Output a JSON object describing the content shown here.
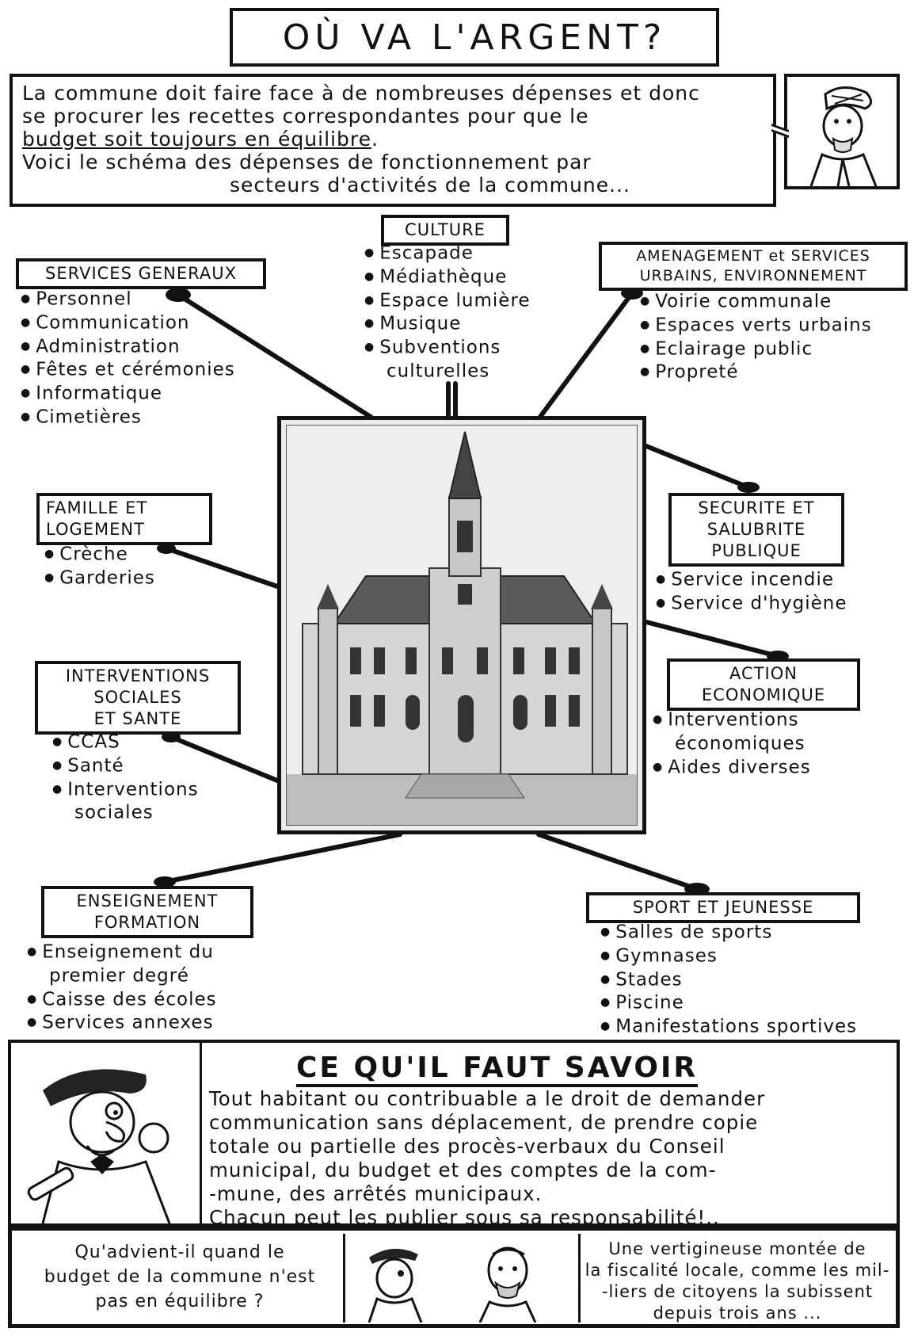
{
  "title": "OÙ VA L'ARGENT?",
  "intro": {
    "line1": "La commune doit faire face à de nombreuses dépenses et donc",
    "line2": "se procurer les recettes correspondantes pour que le",
    "line3_underlined": "budget soit toujours en équilibre",
    "line3_end": ".",
    "line4": "Voici le schéma des dépenses de fonctionnement par",
    "line5": "secteurs d'activités de la commune..."
  },
  "sectors": {
    "culture": {
      "title": "CULTURE",
      "items": [
        "Escapade",
        "Médiathèque",
        "Espace lumière",
        "Musique",
        "Subventions"
      ],
      "items_cont": "culturelles"
    },
    "services": {
      "title": "SERVICES GENERAUX",
      "items": [
        "Personnel",
        "Communication",
        "Administration",
        "Fêtes et cérémonies",
        "Informatique",
        "Cimetières"
      ]
    },
    "amenagement": {
      "title_line1": "AMENAGEMENT et SERVICES",
      "title_line2": "URBAINS, ENVIRONNEMENT",
      "items": [
        "Voirie communale",
        "Espaces verts urbains",
        "Eclairage public",
        "Propreté"
      ]
    },
    "famille": {
      "title_line1": "FAMILLE ET",
      "title_line2": "LOGEMENT",
      "items": [
        "Crèche",
        "Garderies"
      ]
    },
    "securite": {
      "title_line1": "SECURITE ET",
      "title_line2": "SALUBRITE",
      "title_line3": "PUBLIQUE",
      "items": [
        "Service incendie",
        "Service d'hygiène"
      ]
    },
    "interventions": {
      "title_line1": "INTERVENTIONS",
      "title_line2": "SOCIALES",
      "title_line3": "ET SANTE",
      "items": [
        "CCAS",
        "Santé",
        "Interventions"
      ],
      "items_cont": "sociales"
    },
    "action": {
      "title_line1": "ACTION",
      "title_line2": "ECONOMIQUE",
      "items": [
        "Interventions"
      ],
      "items_cont": "économiques",
      "items2": [
        "Aides diverses"
      ]
    },
    "enseignement": {
      "title_line1": "ENSEIGNEMENT",
      "title_line2": "FORMATION",
      "items": [
        "Enseignement du"
      ],
      "items_cont": "premier degré",
      "items2": [
        "Caisse des écoles",
        "Services annexes"
      ]
    },
    "sport": {
      "title": "SPORT ET JEUNESSE",
      "items": [
        "Salles de sports",
        "Gymnases",
        "Stades",
        "Piscine",
        "Manifestations sportives"
      ]
    }
  },
  "info": {
    "heading": "CE QU'IL FAUT SAVOIR",
    "lines": [
      "Tout habitant ou contribuable a le droit de demander",
      "communication sans déplacement, de prendre copie",
      "totale ou partielle des procès-verbaux du Conseil",
      "municipal, du budget et des comptes de la com-",
      "-mune, des arrêtés municipaux.",
      "Chacun peut les publier sous sa responsabilité!.."
    ]
  },
  "bottom": {
    "question_lines": [
      "Qu'advient-il quand le",
      "budget de la commune n'est",
      "pas en équilibre ?"
    ],
    "answer_lines": [
      "Une vertigineuse montée de",
      "la fiscalité locale, comme les mil-",
      "-liers de citoyens la subissent",
      "depuis trois ans ..."
    ]
  }
}
